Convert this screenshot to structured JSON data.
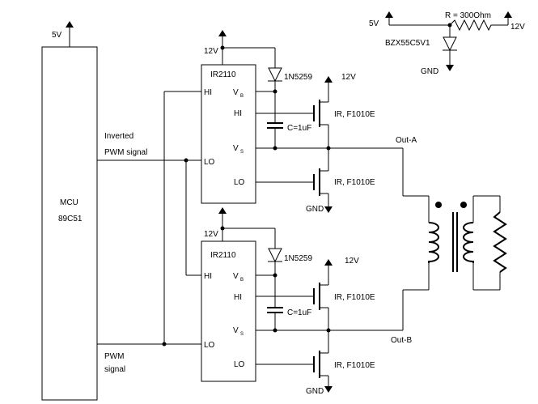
{
  "labels": {
    "mcu_5v": "5V",
    "mcu_name": "MCU",
    "mcu_part": "89C51",
    "inverted_pwm_1": "Inverted",
    "inverted_pwm_2": "PWM signal",
    "pwm_1": "PWM",
    "pwm_2": "signal",
    "zener_5v": "5V",
    "resistor": "R = 300Ohm",
    "zener_12v": "12V",
    "zener_part": "BZX55C5V1",
    "zener_gnd": "GND",
    "top_driver_12v": "12V",
    "top_driver_name": "IR2110",
    "top_pin_vb": "V",
    "top_pin_vb_sub": "B",
    "top_pin_hi_out": "HI",
    "top_pin_vs": "V",
    "top_pin_vs_sub": "S",
    "top_pin_lo_out": "LO",
    "top_pin_hi_in": "HI",
    "top_pin_lo_in": "LO",
    "top_diode": "1N5259",
    "top_cap": "C=1uF",
    "top_fet_12v": "12V",
    "top_fet_high": "IR, F1010E",
    "top_fet_low": "IR, F1010E",
    "top_gnd": "GND",
    "out_a": "Out-A",
    "bot_driver_12v": "12V",
    "bot_driver_name": "IR2110",
    "bot_pin_vb": "V",
    "bot_pin_vb_sub": "B",
    "bot_pin_hi_out": "HI",
    "bot_pin_vs": "V",
    "bot_pin_vs_sub": "S",
    "bot_pin_lo_out": "LO",
    "bot_pin_hi_in": "HI",
    "bot_pin_lo_in": "LO",
    "bot_diode": "1N5259",
    "bot_cap": "C=1uF",
    "bot_fet_12v": "12V",
    "bot_fet_high": "IR, F1010E",
    "bot_fet_low": "IR, F1010E",
    "bot_gnd": "GND",
    "out_b": "Out-B"
  }
}
